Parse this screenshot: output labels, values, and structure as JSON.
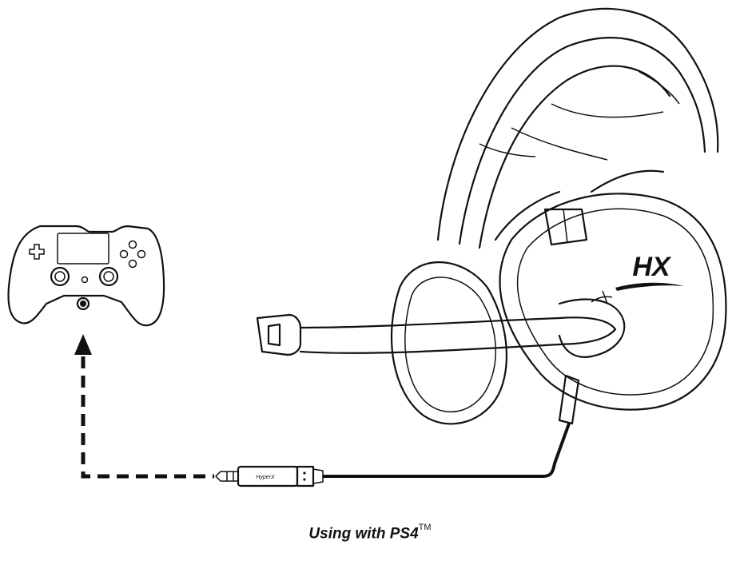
{
  "caption": {
    "text": "Using with PS4",
    "trademark": "TM"
  },
  "plug_brand": "HyperX",
  "logo_text": "HX",
  "icons": {
    "controller": "gamepad-icon",
    "headset": "headset-icon",
    "arrow": "arrow-up-icon",
    "plug": "audio-plug-icon"
  },
  "colors": {
    "ink": "#111111",
    "background": "#ffffff"
  }
}
